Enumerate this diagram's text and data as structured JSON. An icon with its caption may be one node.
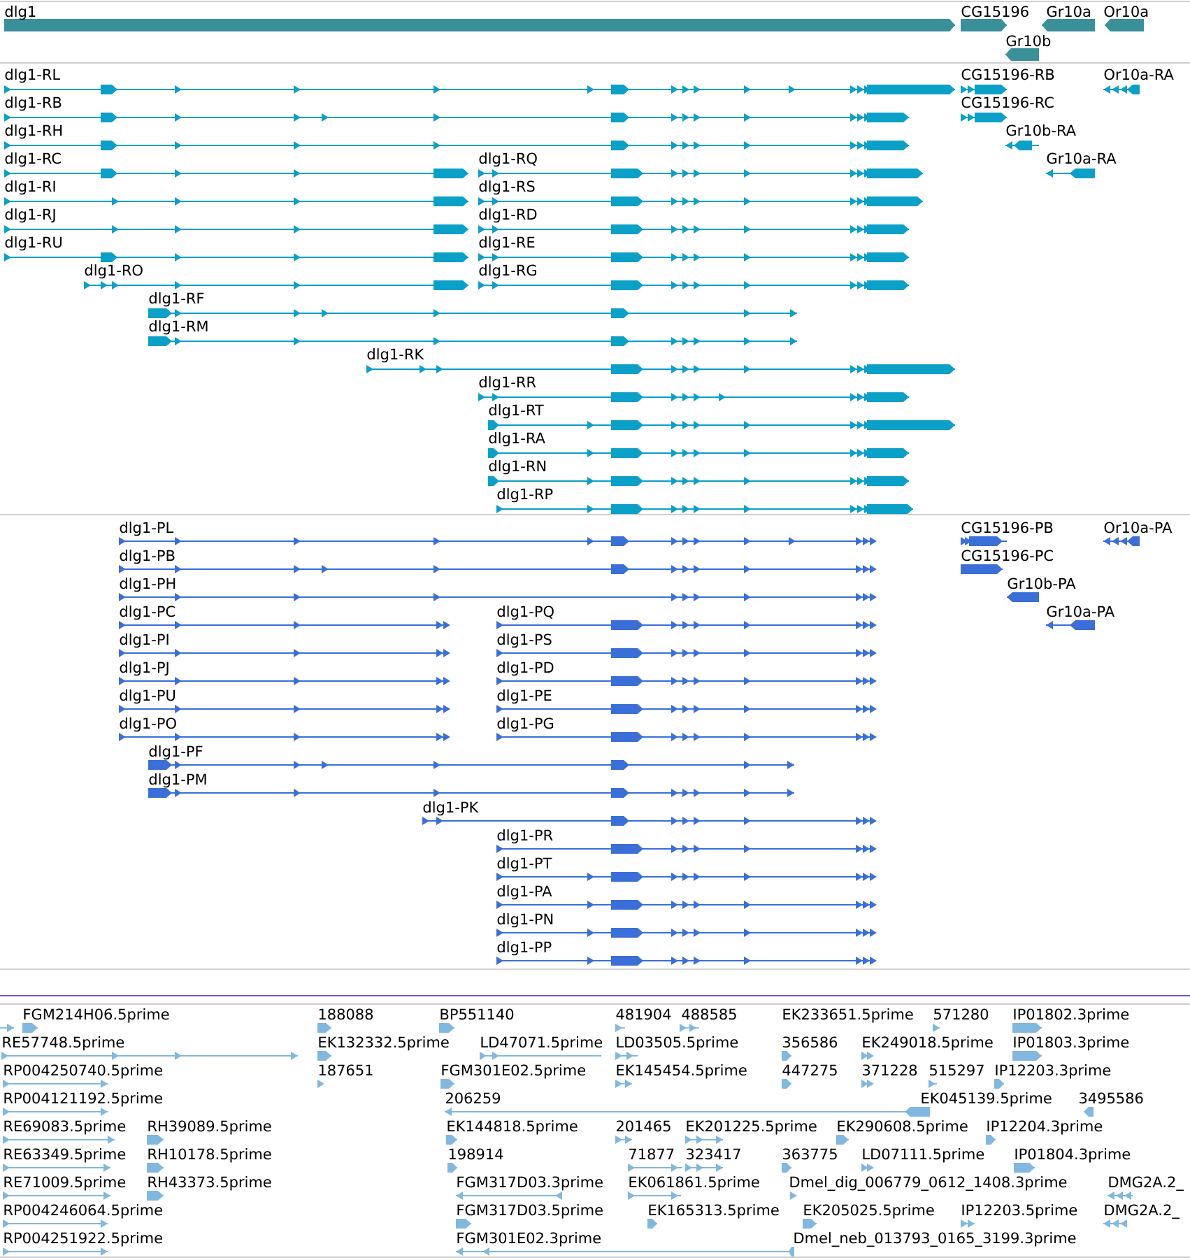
{
  "diagram": {
    "labels": [
      "dlg1",
      "CG15196",
      "Gr10a",
      "Or10a",
      "Gr10b",
      "dlg1-RL",
      "CG15196-RB",
      "Or10a-RA",
      "dlg1-RB",
      "CG15196-RC",
      "dlg1-RH",
      "Gr10b-RA",
      "dlg1-RC",
      "dlg1-RQ",
      "Gr10a-RA",
      "dlg1-RI",
      "dlg1-RS",
      "dlg1-RJ",
      "dlg1-RD",
      "dlg1-RU",
      "dlg1-RE",
      "dlg1-RO",
      "dlg1-RG",
      "dlg1-RF",
      "dlg1-RM",
      "dlg1-RK",
      "dlg1-RR",
      "dlg1-RT",
      "dlg1-RA",
      "dlg1-RN",
      "dlg1-RP",
      "dlg1-PL",
      "CG15196-PB",
      "Or10a-PA",
      "dlg1-PB",
      "CG15196-PC",
      "dlg1-PH",
      "Gr10b-PA",
      "dlg1-PC",
      "dlg1-PQ",
      "Gr10a-PA",
      "dlg1-PI",
      "dlg1-PS",
      "dlg1-PJ",
      "dlg1-PD",
      "dlg1-PU",
      "dlg1-PE",
      "dlg1-PO",
      "dlg1-PG",
      "dlg1-PF",
      "dlg1-PM",
      "dlg1-PK",
      "dlg1-PR",
      "dlg1-PT",
      "dlg1-PA",
      "dlg1-PN",
      "dlg1-PP",
      "FGM214H06.5prime",
      "188088",
      "BP551140",
      "481904",
      "488585",
      "EK233651.5prime",
      "571280",
      "IP01802.3prime",
      "RE57748.5prime",
      "EK132332.5prime",
      "LD47071.5prime",
      "LD03505.5prime",
      "356586",
      "EK249018.5prime",
      "IP01803.3prime",
      "RP004250740.5prime",
      "187651",
      "FGM301E02.5prime",
      "EK145454.5prime",
      "447275",
      "371228",
      "515297",
      "IP12203.3prime",
      "RP004121192.5prime",
      "206259",
      "EK045139.5prime",
      "3495586",
      "RE69083.5prime",
      "RH39089.5prime",
      "EK144818.5prime",
      "201465",
      "EK201225.5prime",
      "EK290608.5prime",
      "IP12204.3prime",
      "RE63349.5prime",
      "RH10178.5prime",
      "198914",
      "71877",
      "323417",
      "363775",
      "LD07111.5prime",
      "IP01804.3prime",
      "RE71009.5prime",
      "RH43373.5prime",
      "FGM317D03.3prime",
      "EK061861.5prime",
      "Dmel_dig_006779_0612_1408.3prime",
      "DMG2A.2_",
      "RP004246064.5prime",
      "FGM317D03.5prime",
      "EK165313.5prime",
      "EK205025.5prime",
      "IP12203.5prime",
      "DMG2A.2_",
      "RP004251922.5prime",
      "FGM301E02.3prime",
      "Dmel_neb_013793_0165_3199.3prime"
    ]
  }
}
